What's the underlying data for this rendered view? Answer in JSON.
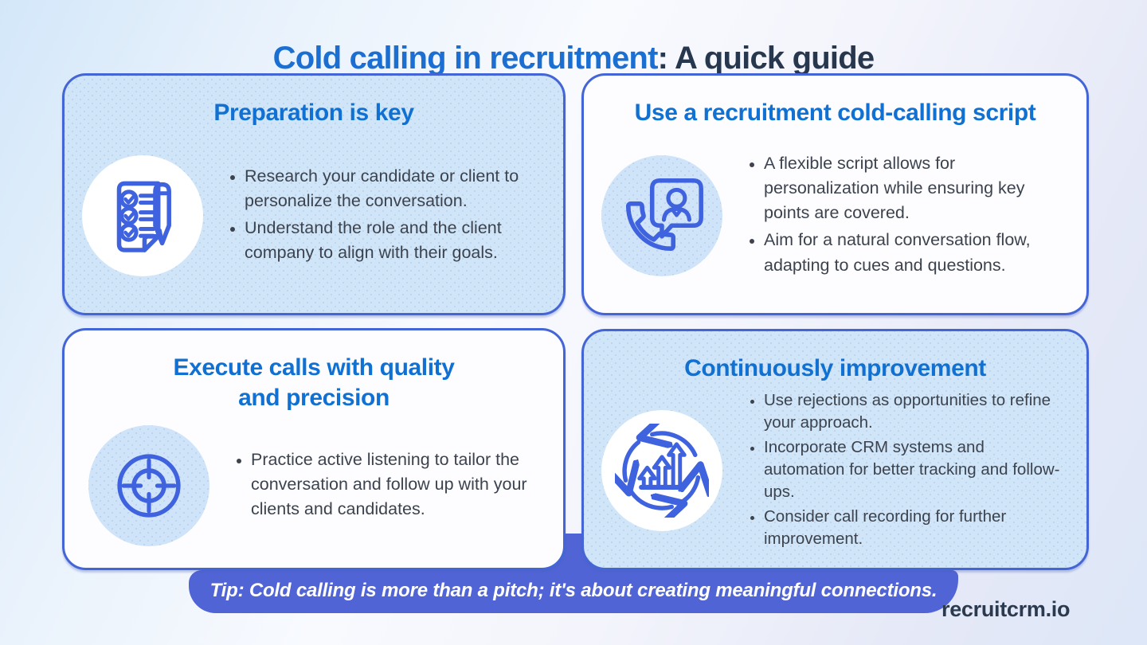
{
  "header": {
    "title_blue": "Cold calling in recruitment",
    "title_dark": ": A quick guide"
  },
  "cards": [
    {
      "title": "Preparation is key",
      "icon": "checklist-pen-icon",
      "bullets": [
        "Research your candidate or client to personalize the conversation.",
        "Understand the role and the client company to align with their goals."
      ]
    },
    {
      "title": "Use a recruitment cold-calling script",
      "icon": "phone-script-icon",
      "bullets": [
        "A flexible script allows for personalization while ensuring key points are covered.",
        "Aim for a natural conversation flow, adapting to cues and questions."
      ]
    },
    {
      "title": "Execute calls with quality and precision",
      "icon": "target-icon",
      "bullets": [
        "Practice active listening to tailor the conversation and follow up with your clients and candidates."
      ]
    },
    {
      "title": "Continuously improvement",
      "icon": "growth-cycle-icon",
      "bullets": [
        "Use rejections as opportunities to refine your approach.",
        "Incorporate CRM systems and automation for better tracking and follow-ups.",
        "Consider call recording for further improvement."
      ]
    }
  ],
  "tip": "Tip: Cold calling is more than a pitch; it's about creating meaningful connections.",
  "footer": {
    "brand": "recruitcrm.io"
  },
  "colors": {
    "accent_blue": "#1b6fd3",
    "dark_navy": "#27374e",
    "card_border": "#4465d5",
    "banner_blue": "#5164d6",
    "icon_stroke": "#3f62de",
    "card_light_blue": "#d1e5f8",
    "body_text": "#3c434e"
  }
}
